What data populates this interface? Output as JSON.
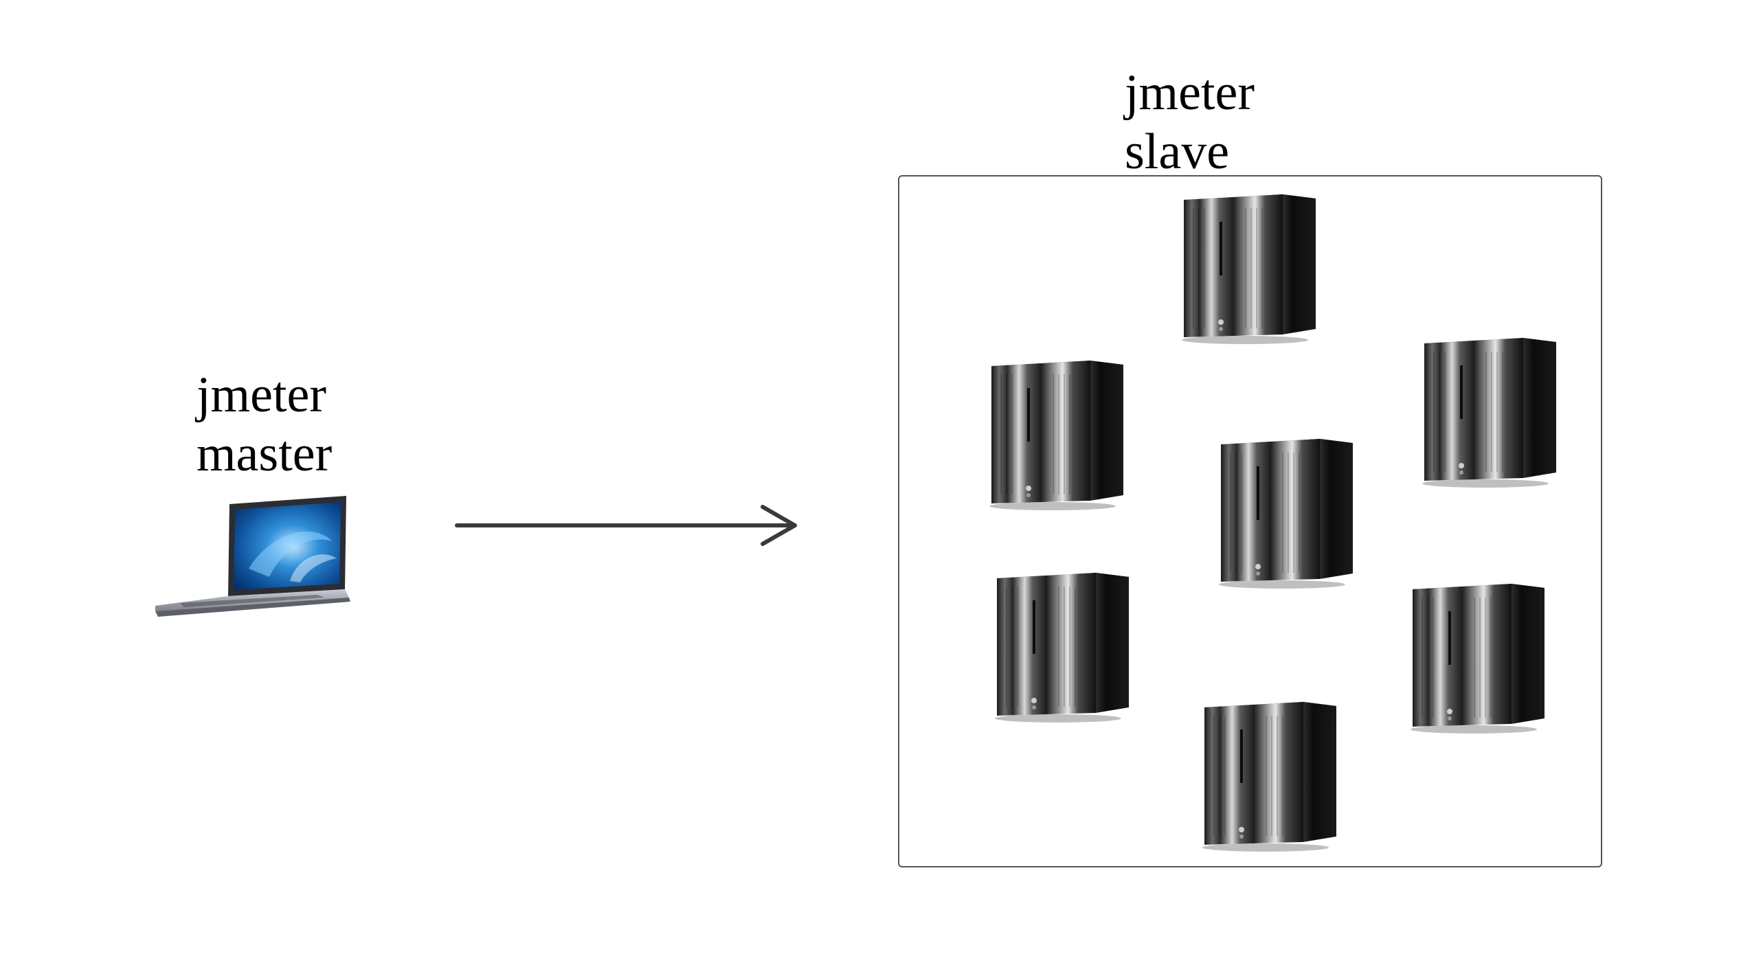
{
  "master": {
    "label_line1": "jmeter",
    "label_line2": "master",
    "icon": "laptop-icon"
  },
  "slave": {
    "label_line1": "jmeter",
    "label_line2": "slave",
    "icon": "server-tower-icon",
    "server_count": 7
  },
  "connector": {
    "type": "arrow",
    "direction": "master-to-slave"
  },
  "colors": {
    "arrow": "#3a3a3a",
    "box_border": "#555555",
    "text": "#000000"
  }
}
